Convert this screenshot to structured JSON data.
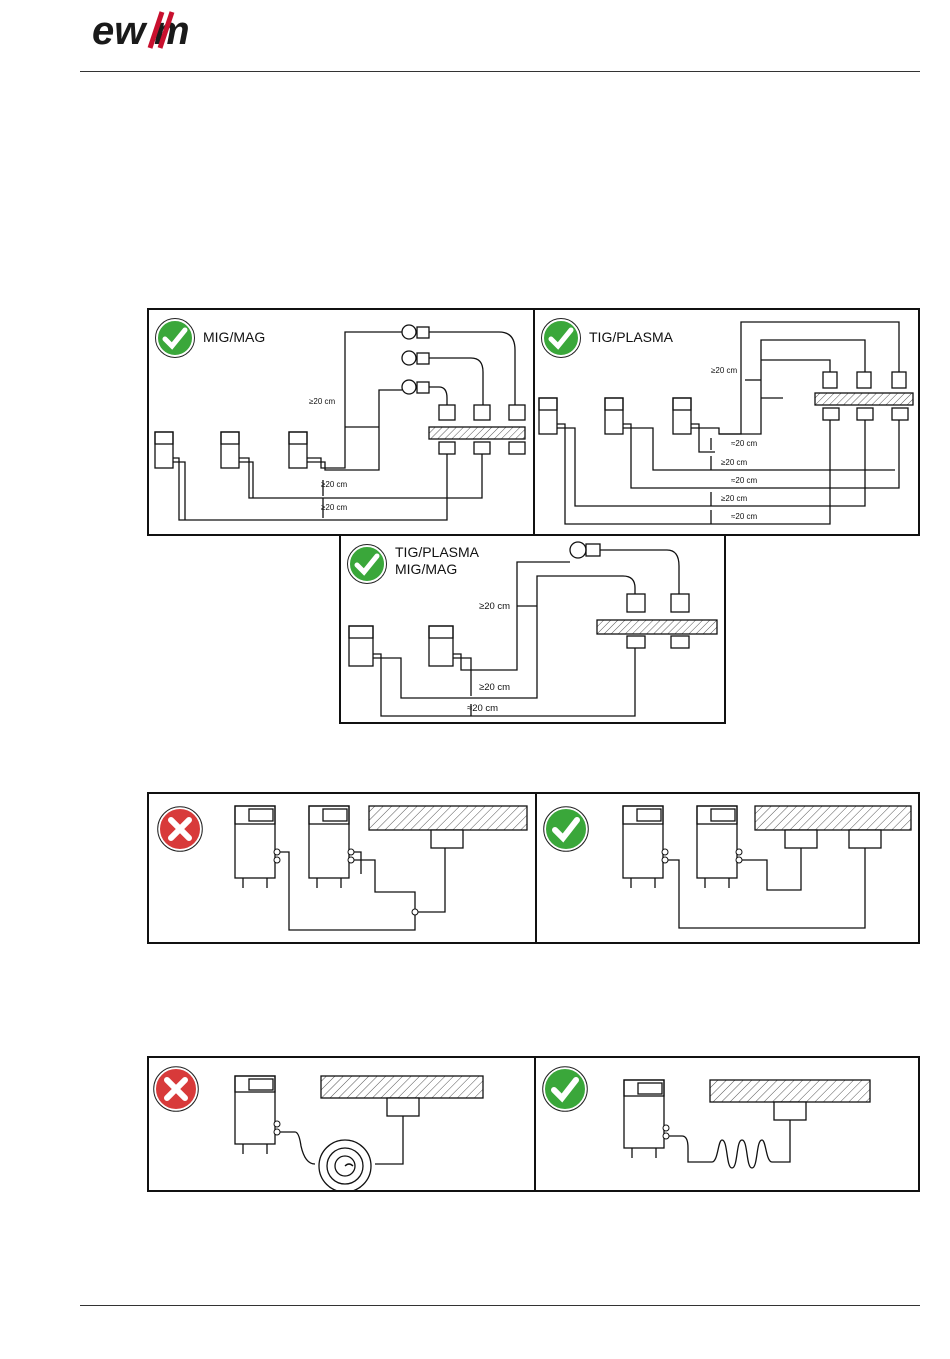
{
  "header": {
    "logo_text": "ewm",
    "brand_color": "#c8102e"
  },
  "colors": {
    "ok": "#3aa73a",
    "bad": "#d83a3a",
    "line": "#111111",
    "hatch": "#666666"
  },
  "icons": {
    "ok": "check-circle-icon",
    "bad": "cross-circle-icon"
  },
  "figure1": {
    "panel_mig": {
      "title": "MIG/MAG",
      "labels": [
        "≥20 cm",
        "≥20 cm",
        "≥20 cm"
      ]
    },
    "panel_tig": {
      "title": "TIG/PLASMA",
      "labels": [
        "≥20 cm",
        "≈20 cm",
        "≥20 cm",
        "≈20 cm",
        "≥20 cm",
        "≈20 cm"
      ]
    },
    "panel_combo": {
      "title_line1": "TIG/PLASMA",
      "title_line2": "MIG/MAG",
      "labels": [
        "≥20 cm",
        "≥20 cm",
        "≈20 cm"
      ]
    }
  },
  "figure2": {
    "left_status": "bad",
    "right_status": "ok"
  },
  "figure3": {
    "left_status": "bad",
    "right_status": "ok"
  }
}
